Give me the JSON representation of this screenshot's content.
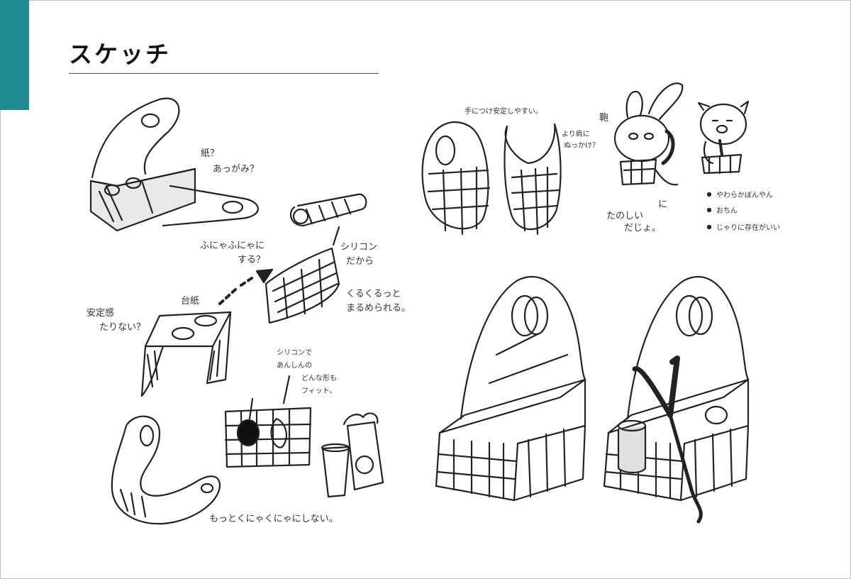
{
  "page": {
    "title": "スケッチ",
    "accent_color": "#1f8a8f",
    "ink_color": "#222222"
  },
  "annotations": {
    "paper_question_1": "紙？",
    "paper_question_2": "あっがみ？",
    "wobbly_1": "ふにゃふにゃに",
    "wobbly_2": "する？",
    "silicone_1": "シリコン",
    "silicone_2": "だから",
    "roll_1": "くるくるっと",
    "roll_2": "まるめられる。",
    "board_paper": "台紙",
    "stability_1": "安定感",
    "stability_2": "たりない？",
    "fit_1": "シリコンで",
    "fit_2": "あんしんの",
    "fit_3": "どんな形も",
    "fit_4": "フィット。",
    "bottom_note": "もっとくにゃくにゃにしない。",
    "hand_stable": "手につけ安定しやすい。",
    "shoulder_1": "より肩に",
    "shoulder_2": "ぬっかけ？",
    "bag_1": "鞄",
    "bag_2": "に",
    "fun_1": "たのしい",
    "fun_2": "だじょ。",
    "list_1": "やわらかぼんやん",
    "list_2": "おちん",
    "list_3": "じゃりに存在がいい"
  }
}
